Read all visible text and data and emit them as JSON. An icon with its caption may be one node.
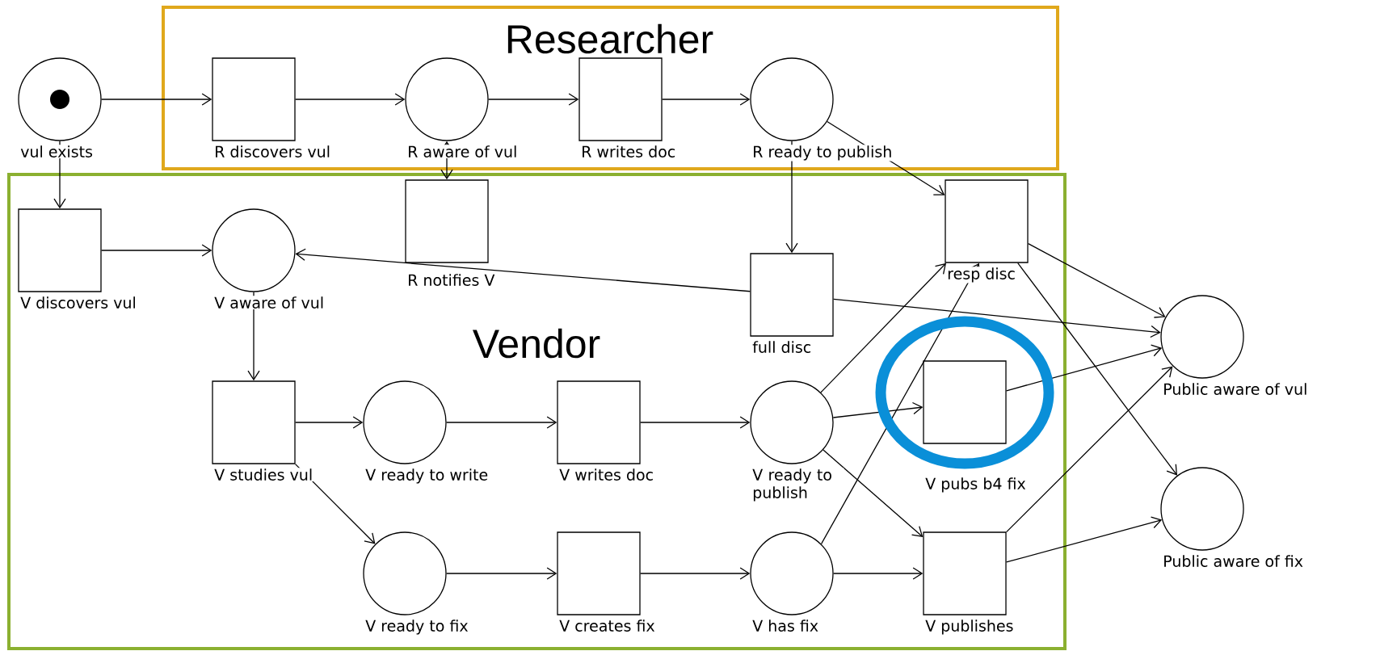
{
  "diagram": {
    "nodes": [
      {
        "text": [
          "Researcher"
        ]
      },
      {
        "text": [
          "Vendor"
        ]
      },
      {
        "text": [
          "vul exists"
        ]
      },
      {
        "text": [
          "R discovers vul"
        ],
        "in": 0
      },
      {
        "text": [
          "R aware of vul"
        ],
        "in": 0
      },
      {
        "text": [
          "R writes doc"
        ],
        "in": 0
      },
      {
        "text": [
          "R ready to publish"
        ],
        "in": 0
      },
      {
        "text": [
          "resp disc"
        ],
        "in": 1
      },
      {
        "text": [
          "V discovers vul"
        ],
        "in": 1
      },
      {
        "text": [
          "V aware of vul"
        ],
        "in": 1
      },
      {
        "text": [
          "R notifies V"
        ],
        "in": 1
      },
      {
        "text": [
          "full disc"
        ],
        "in": 1
      },
      {
        "text": [
          "V studies vul"
        ],
        "in": 1
      },
      {
        "text": [
          "V ready to write"
        ],
        "in": 1
      },
      {
        "text": [
          "V writes doc"
        ],
        "in": 1
      },
      {
        "text": [
          "V ready to publish"
        ],
        "in": 1
      },
      {
        "text": [
          "V pubs b4 fix"
        ],
        "in": 1
      },
      {
        "text": [
          "V ready to fix"
        ],
        "in": 1
      },
      {
        "text": [
          "V creates fix"
        ],
        "in": 1
      },
      {
        "text": [
          "V has fix"
        ],
        "in": 1
      },
      {
        "text": [
          "V publishes"
        ],
        "in": 1
      },
      {
        "text": [
          "Public aware of vul"
        ]
      },
      {
        "text": [
          "Public aware of fix"
        ]
      }
    ],
    "edges": [
      {
        "from": 2,
        "to": 3,
        "arrow": "to"
      },
      {
        "from": 3,
        "to": 4,
        "arrow": "to"
      },
      {
        "from": 4,
        "to": 5,
        "arrow": "to"
      },
      {
        "from": 5,
        "to": 6,
        "arrow": "to"
      },
      {
        "from": 2,
        "to": 8,
        "arrow": "to"
      },
      {
        "from": 4,
        "to": 10,
        "arrow": "both"
      },
      {
        "from": 8,
        "to": 9,
        "arrow": "to"
      },
      {
        "from": 11,
        "to": 9,
        "arrow": "to"
      },
      {
        "from": 9,
        "to": 12,
        "arrow": "to"
      },
      {
        "from": 6,
        "to": 11,
        "arrow": "to"
      },
      {
        "from": 6,
        "to": 7,
        "arrow": "to"
      },
      {
        "from": 12,
        "to": 13,
        "arrow": "to"
      },
      {
        "from": 12,
        "to": 17,
        "arrow": "to"
      },
      {
        "from": 13,
        "to": 14,
        "arrow": "to"
      },
      {
        "from": 14,
        "to": 15,
        "arrow": "to"
      },
      {
        "from": 17,
        "to": 18,
        "arrow": "to"
      },
      {
        "from": 18,
        "to": 19,
        "arrow": "to"
      },
      {
        "from": 19,
        "to": 20,
        "arrow": "to"
      },
      {
        "from": 15,
        "to": 16,
        "arrow": "to"
      },
      {
        "from": 15,
        "to": 20,
        "arrow": "to"
      },
      {
        "from": 15,
        "to": 7,
        "arrow": "to"
      },
      {
        "from": 19,
        "to": 7,
        "arrow": "to"
      },
      {
        "from": 7,
        "to": 21,
        "arrow": "to"
      },
      {
        "from": 7,
        "to": 22,
        "arrow": "to"
      },
      {
        "from": 11,
        "to": 21,
        "arrow": "to"
      },
      {
        "from": 16,
        "to": 21,
        "arrow": "to"
      },
      {
        "from": 20,
        "to": 21,
        "arrow": "to"
      },
      {
        "from": 20,
        "to": 22,
        "arrow": "to"
      }
    ]
  }
}
